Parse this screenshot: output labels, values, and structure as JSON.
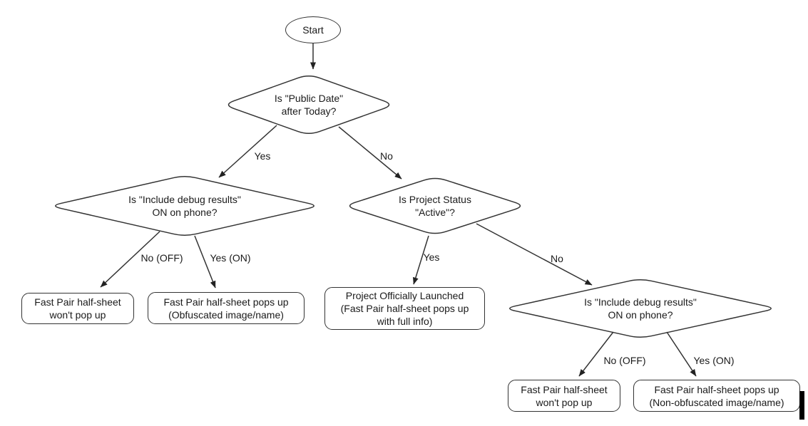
{
  "canvas": {
    "background": "#ffffff"
  },
  "colors": {
    "stroke": "#333333",
    "text": "#1a1a1a",
    "cursor": "#000000"
  },
  "nodes": {
    "start": {
      "label": "Start"
    },
    "decision_public_date": {
      "line1": "Is \"Public Date\"",
      "line2": "after Today?"
    },
    "decision_debug_left": {
      "line1": "Is \"Include debug results\"",
      "line2": "ON on phone?"
    },
    "decision_project_status": {
      "line1": "Is Project Status",
      "line2": "\"Active\"?"
    },
    "decision_debug_right": {
      "line1": "Is \"Include debug results\"",
      "line2": "ON on phone?"
    },
    "outcome_no_popup_left": {
      "line1": "Fast Pair half-sheet",
      "line2": "won't pop up"
    },
    "outcome_obfuscated": {
      "line1": "Fast Pair half-sheet pops up",
      "line2": "(Obfuscated image/name)"
    },
    "outcome_launched": {
      "line1": "Project Officially Launched",
      "line2": "(Fast Pair half-sheet pops up",
      "line3": "with full info)"
    },
    "outcome_no_popup_right": {
      "line1": "Fast Pair half-sheet",
      "line2": "won't pop up"
    },
    "outcome_non_obfuscated": {
      "line1": "Fast Pair half-sheet pops up",
      "line2": "(Non-obfuscated image/name)"
    }
  },
  "edge_labels": {
    "yes_public_date": "Yes",
    "no_public_date": "No",
    "no_off_left": "No (OFF)",
    "yes_on_left": "Yes (ON)",
    "yes_active": "Yes",
    "no_active": "No",
    "no_off_right": "No (OFF)",
    "yes_on_right": "Yes (ON)"
  }
}
